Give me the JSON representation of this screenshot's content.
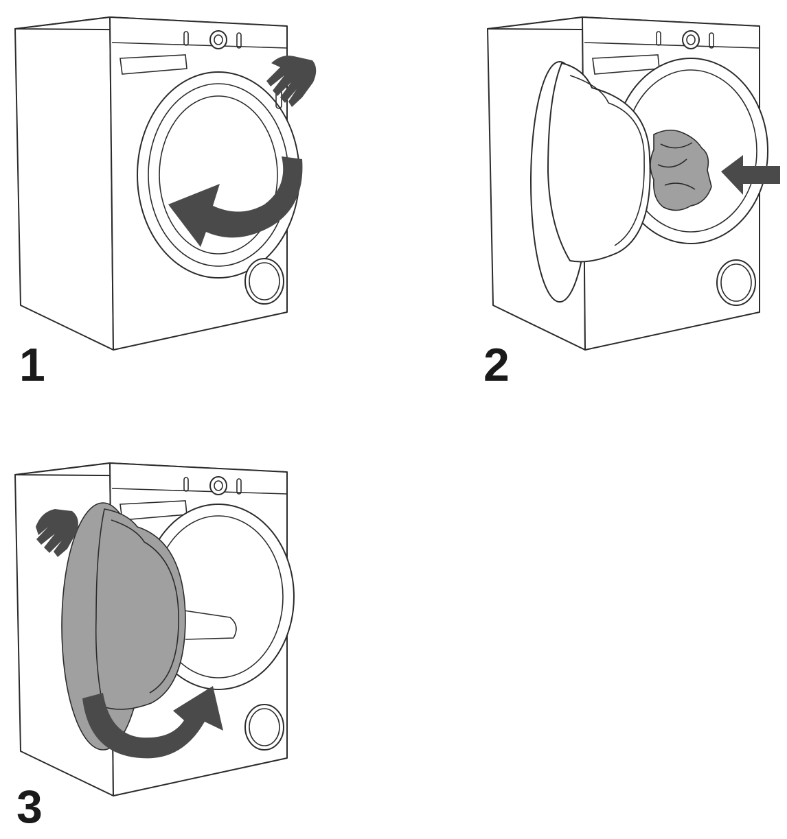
{
  "steps": [
    {
      "number": "1"
    },
    {
      "number": "2"
    },
    {
      "number": "3"
    }
  ],
  "colors": {
    "outline": "#2b2b2b",
    "arrow": "#4a4a4a",
    "door_glass": "#a0a0a0",
    "background": "#ffffff"
  },
  "icons": [
    "washing-machine-icon",
    "hand-icon",
    "rotate-arrow-icon",
    "push-arrow-icon",
    "laundry-icon"
  ]
}
